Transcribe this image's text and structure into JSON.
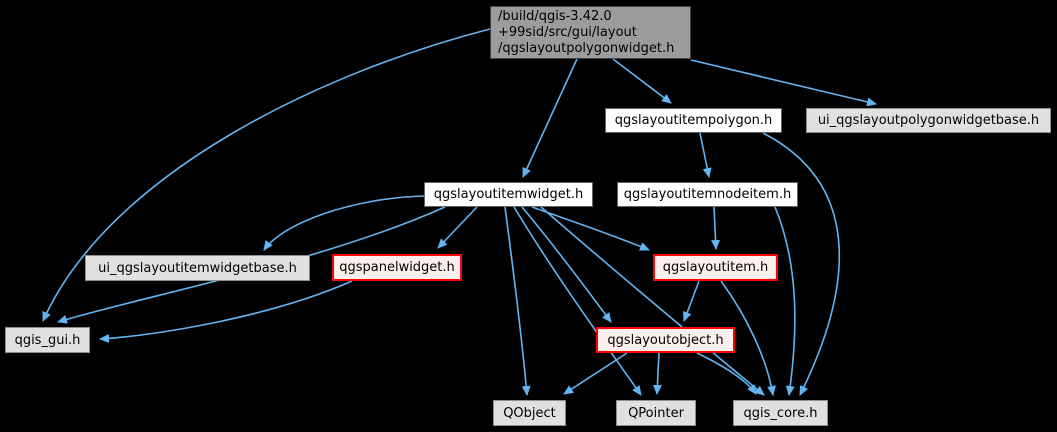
{
  "graph": {
    "title": "Include dependency graph for qgslayoutpolygonwidget.h",
    "colors": {
      "background": "#000000",
      "edge": "#63b4f2",
      "current_node_fill": "#9c9c9c",
      "normal_node_fill": "#ffffff",
      "leaf_node_fill": "#e0e0e0",
      "truncated_node_fill": "#fff0f0",
      "truncated_node_border": "#fe0000"
    },
    "nodes": {
      "root": {
        "label": "/build/qgis-3.42.0\n+99sid/src/gui/layout\n/qgslayoutpolygonwidget.h",
        "type": "current"
      },
      "itempolygon": {
        "label": "qgslayoutitempolygon.h",
        "type": "normal"
      },
      "ui_polygonbase": {
        "label": "ui_qgslayoutpolygonwidgetbase.h",
        "type": "leaf"
      },
      "itemwidget": {
        "label": "qgslayoutitemwidget.h",
        "type": "normal"
      },
      "itemnodeitem": {
        "label": "qgslayoutitemnodeitem.h",
        "type": "normal"
      },
      "ui_itemwidgetbase": {
        "label": "ui_qgslayoutitemwidgetbase.h",
        "type": "leaf"
      },
      "panelwidget": {
        "label": "qgspanelwidget.h",
        "type": "truncated"
      },
      "layoutitem": {
        "label": "qgslayoutitem.h",
        "type": "truncated"
      },
      "qgis_gui": {
        "label": "qgis_gui.h",
        "type": "leaf"
      },
      "layoutobject": {
        "label": "qgslayoutobject.h",
        "type": "truncated"
      },
      "qobject": {
        "label": "QObject",
        "type": "leaf"
      },
      "qpointer": {
        "label": "QPointer",
        "type": "leaf"
      },
      "qgis_core": {
        "label": "qgis_core.h",
        "type": "leaf"
      }
    },
    "edges": [
      {
        "from": "root",
        "to": "qgis_gui"
      },
      {
        "from": "root",
        "to": "itemwidget"
      },
      {
        "from": "root",
        "to": "itempolygon"
      },
      {
        "from": "root",
        "to": "ui_polygonbase"
      },
      {
        "from": "itempolygon",
        "to": "itemnodeitem"
      },
      {
        "from": "itempolygon",
        "to": "qgis_core"
      },
      {
        "from": "itemnodeitem",
        "to": "layoutitem"
      },
      {
        "from": "itemnodeitem",
        "to": "qgis_core"
      },
      {
        "from": "itemwidget",
        "to": "ui_itemwidgetbase"
      },
      {
        "from": "itemwidget",
        "to": "panelwidget"
      },
      {
        "from": "itemwidget",
        "to": "qgis_gui"
      },
      {
        "from": "itemwidget",
        "to": "qobject"
      },
      {
        "from": "itemwidget",
        "to": "qpointer"
      },
      {
        "from": "itemwidget",
        "to": "layoutobject"
      },
      {
        "from": "itemwidget",
        "to": "layoutitem"
      },
      {
        "from": "itemwidget",
        "to": "qgis_core"
      },
      {
        "from": "panelwidget",
        "to": "qgis_gui"
      },
      {
        "from": "layoutitem",
        "to": "layoutobject"
      },
      {
        "from": "layoutitem",
        "to": "qgis_core"
      },
      {
        "from": "layoutobject",
        "to": "qobject"
      },
      {
        "from": "layoutobject",
        "to": "qpointer"
      },
      {
        "from": "layoutobject",
        "to": "qgis_core"
      }
    ]
  }
}
